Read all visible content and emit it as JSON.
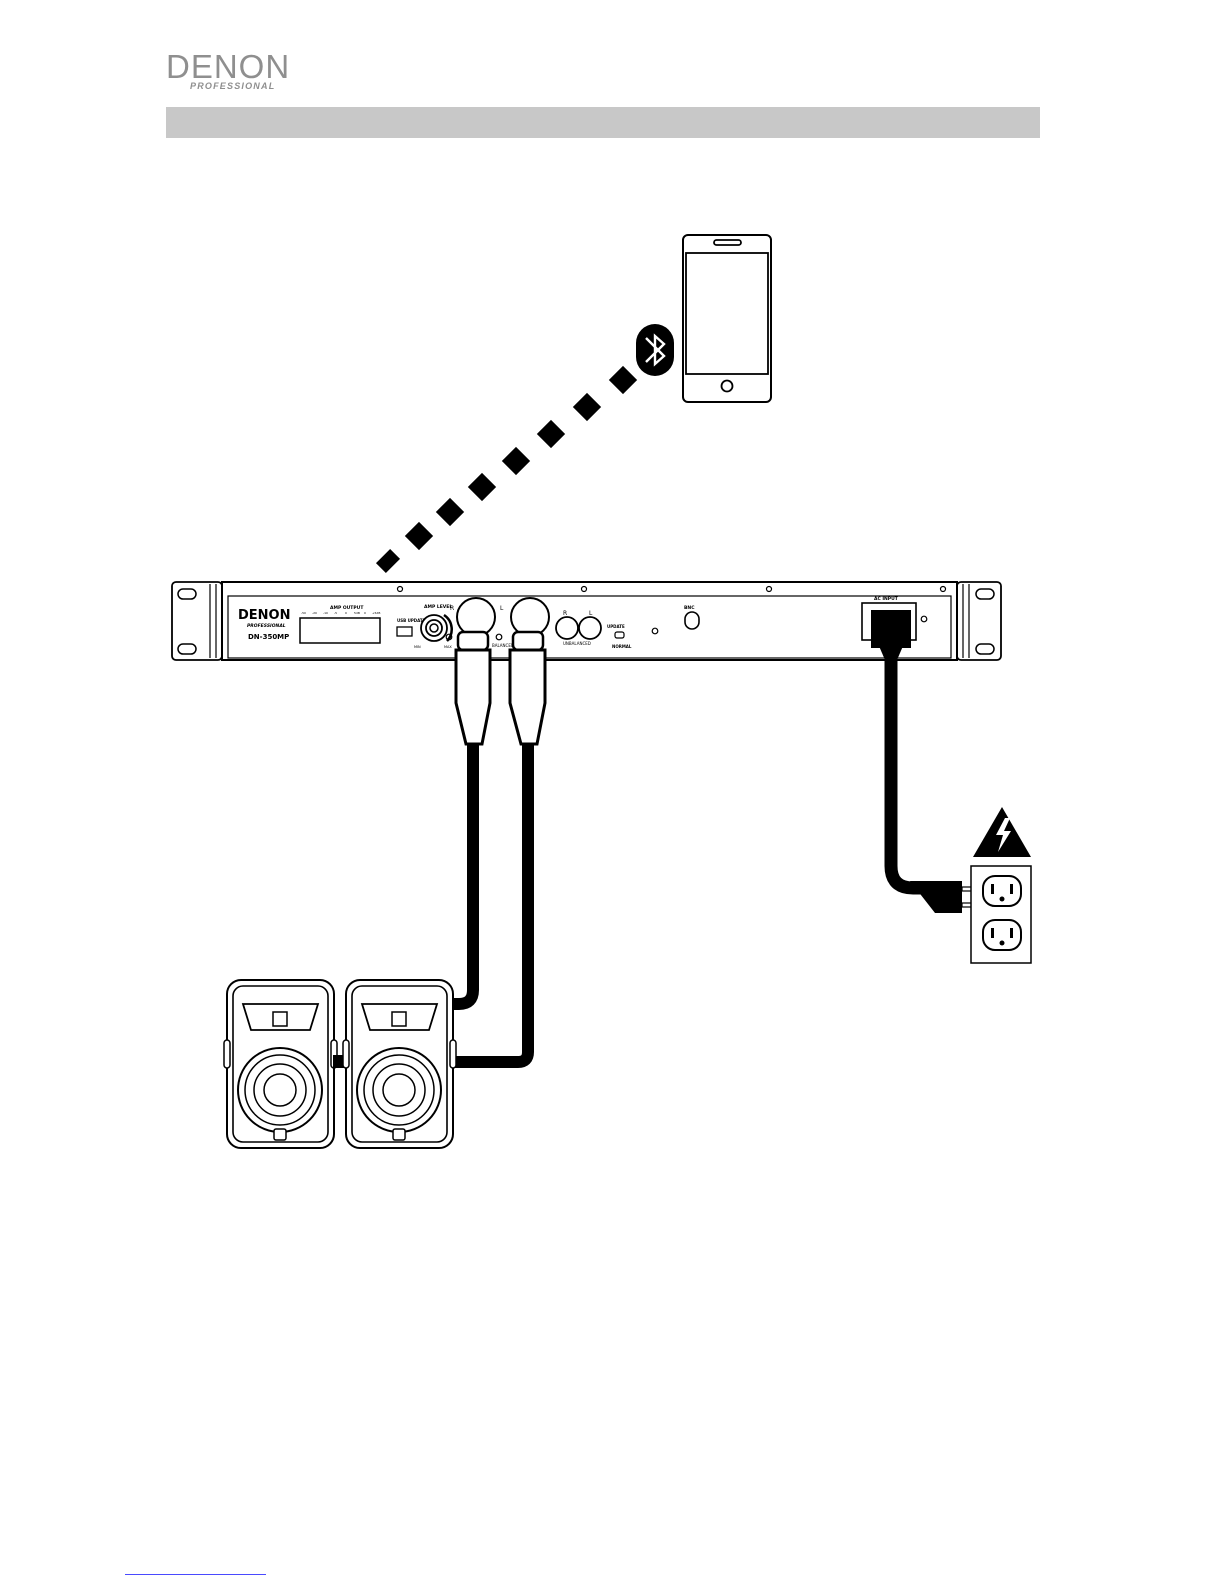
{
  "brand": {
    "name": "DENON",
    "sub": "PROFESSIONAL"
  },
  "device": {
    "brand": "DENON",
    "brand_sub": "PROFESSIONAL",
    "model": "DN-350MP",
    "amp_output": "AMP OUTPUT",
    "amp_scale": [
      "-50",
      "-20",
      "-10",
      "-5",
      "0",
      "5dB",
      "10",
      "20",
      "0",
      "+5dB"
    ],
    "usb_update": "USB UPDATE",
    "amp_level": "AMP LEVEL",
    "amp_min": "MIN",
    "amp_max": "MAX",
    "channel_r": "R",
    "channel_l": "L",
    "balanced": "BALANCED",
    "unbal_r": "R",
    "unbal_l": "L",
    "unbalanced": "UNBALANCED",
    "update": "UPDATE",
    "normal": "NORMAL",
    "bnc": "BNC",
    "ac_input": "AC INPUT"
  },
  "icons": {
    "bluetooth": "bluetooth-icon",
    "phone": "smartphone-icon",
    "warning": "high-voltage-warning-icon",
    "outlet": "power-outlet-icon",
    "speaker": "speaker-icon"
  },
  "colors": {
    "header_bar": "#c8c8c8",
    "logo": "#8f8f8f",
    "line_art": "#000000"
  }
}
